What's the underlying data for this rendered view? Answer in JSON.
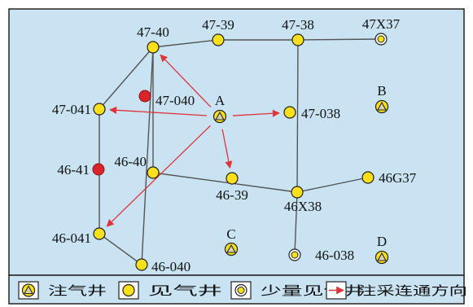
{
  "colors": {
    "background": "#c9e3f2",
    "frame": "#222222",
    "line": "#555555",
    "gas_well": "#f9e01b",
    "red_well": "#d9242a",
    "arrow": "#e0343a",
    "triangle_fill": "#d9d4a8"
  },
  "wells": [
    {
      "id": "47-40",
      "label": "47-40",
      "type": "gas"
    },
    {
      "id": "47-39",
      "label": "47-39",
      "type": "gas"
    },
    {
      "id": "47-38",
      "label": "47-38",
      "type": "gas"
    },
    {
      "id": "47X37",
      "label": "47X37",
      "type": "small"
    },
    {
      "id": "47-040",
      "label": "47-040",
      "type": "red"
    },
    {
      "id": "47-041",
      "label": "47-041",
      "type": "gas"
    },
    {
      "id": "A",
      "label": "A",
      "type": "injection"
    },
    {
      "id": "47-038",
      "label": "47-038",
      "type": "gas"
    },
    {
      "id": "B",
      "label": "B",
      "type": "injection"
    },
    {
      "id": "46-41",
      "label": "46-41",
      "type": "red"
    },
    {
      "id": "46-40",
      "label": "46-40",
      "type": "gas"
    },
    {
      "id": "46-39",
      "label": "46-39",
      "type": "gas"
    },
    {
      "id": "46X38",
      "label": "46X38",
      "type": "gas"
    },
    {
      "id": "46G37",
      "label": "46G37",
      "type": "gas"
    },
    {
      "id": "46-041",
      "label": "46-041",
      "type": "gas"
    },
    {
      "id": "C",
      "label": "C",
      "type": "injection"
    },
    {
      "id": "46-040",
      "label": "46-040",
      "type": "gas"
    },
    {
      "id": "46-038",
      "label": "46-038",
      "type": "small"
    },
    {
      "id": "D",
      "label": "D",
      "type": "injection"
    }
  ],
  "connections": [
    [
      "47-40",
      "47-39"
    ],
    [
      "47-39",
      "47-38"
    ],
    [
      "47-38",
      "47X37"
    ],
    [
      "47-40",
      "47-041"
    ],
    [
      "47-40",
      "46-40"
    ],
    [
      "47-40",
      "46-040"
    ],
    [
      "47-041",
      "46-041"
    ],
    [
      "46-041",
      "46-040"
    ],
    [
      "46-40",
      "46X38"
    ],
    [
      "47-38",
      "46X38"
    ],
    [
      "46X38",
      "46G37"
    ],
    [
      "46X38",
      "46-038"
    ]
  ],
  "arrows": [
    [
      "A",
      "47-40"
    ],
    [
      "A",
      "47-041"
    ],
    [
      "A",
      "47-038"
    ],
    [
      "A",
      "46-39"
    ],
    [
      "A",
      "46-041"
    ]
  ],
  "legend": [
    {
      "id": "injection",
      "icon": "injection-well-icon",
      "label": "注气井"
    },
    {
      "id": "gas",
      "icon": "gas-well-icon",
      "label": "见气井"
    },
    {
      "id": "small",
      "icon": "small-gas-well-icon",
      "label": "少量见气井"
    },
    {
      "id": "arrow",
      "icon": "arrow-icon",
      "label": "注采连通方向"
    }
  ]
}
